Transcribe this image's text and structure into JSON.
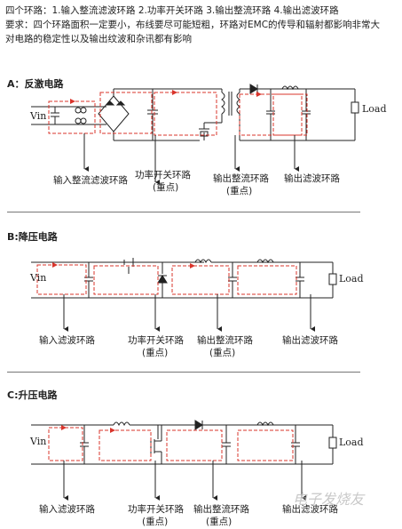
{
  "intro": {
    "line1": "四个环路：1.输入整流滤波环路 2.功率开关环路 3.输出整流环路 4.输出滤波环路",
    "line2": "要求：四个环路面积一定要小，布线要尽可能短粗，环路对EMC的传导和辐射都影响非常大",
    "line3": "对电路的稳定性以及输出纹波和杂讯都有影响"
  },
  "sections": {
    "a": {
      "title": "A：反激电路",
      "vin": "Vin",
      "load": "Load",
      "labels": [
        "输入整流滤波环路",
        "功率开关环路",
        "(重点)",
        "输出整流环路",
        "(重点)",
        "输出滤波环路"
      ]
    },
    "b": {
      "title": "B:降压电路",
      "vin": "Vin",
      "load": "Load",
      "labels": [
        "输入滤波环路",
        "功率开关环路",
        "(重点)",
        "输出整流环路",
        "(重点)",
        "输出滤波环路"
      ]
    },
    "c": {
      "title": "C:升压电路",
      "vin": "Vin",
      "load": "Load",
      "labels": [
        "输入滤波环路",
        "功率开关环路",
        "(重点)",
        "输出整流环路",
        "(重点)",
        "输出滤波环路"
      ]
    }
  },
  "colors": {
    "loop": "#d9342b",
    "wire": "#222222"
  },
  "watermark": "电子发烧友"
}
